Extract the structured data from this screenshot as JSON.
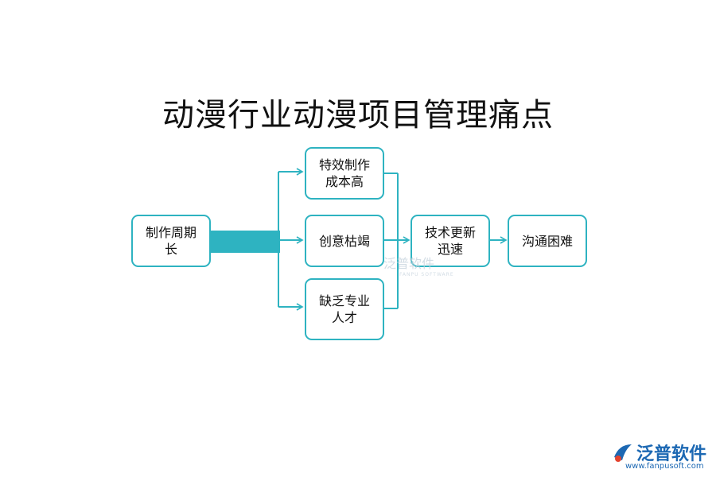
{
  "title": "动漫行业动漫项目管理痛点",
  "nodes": {
    "source": {
      "line1": "制作周期",
      "line2": "长"
    },
    "effects": {
      "line1": "特效制作",
      "line2": "成本高"
    },
    "creative": {
      "line1": "创意枯竭",
      "line2": ""
    },
    "talent": {
      "line1": "缺乏专业",
      "line2": "人才"
    },
    "tech": {
      "line1": "技术更新",
      "line2": "迅速"
    },
    "communication": {
      "line1": "沟通困难",
      "line2": ""
    }
  },
  "watermark": {
    "text": "泛普软件",
    "sub": "FANPU SOFTWARE"
  },
  "logo": {
    "name": "泛普软件",
    "url": "www.fanpusoft.com"
  },
  "colors": {
    "accent": "#2eb3c1",
    "bar": "#2eb3c1",
    "logo": "#1c68b3"
  }
}
